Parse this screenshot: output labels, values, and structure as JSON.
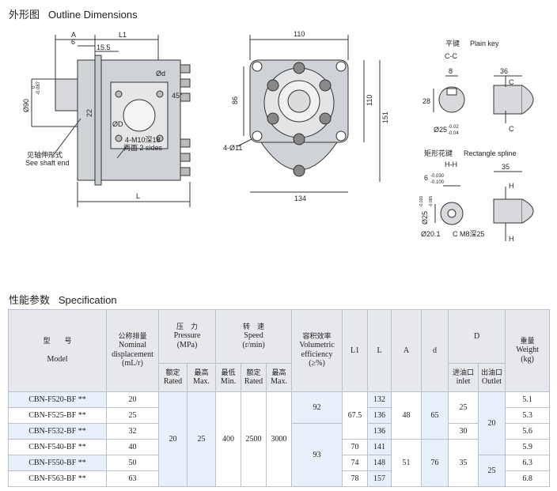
{
  "section_outline": {
    "cn": "外形图",
    "en": "Outline Dimensions"
  },
  "section_spec": {
    "cn": "性能参数",
    "en": "Specification"
  },
  "drawing": {
    "dim_A": "A",
    "dim_L1": "L1",
    "dim_6": "6",
    "dim_15_5": "15.5",
    "phi90": "Ø90",
    "phi90_tol_a": "0",
    "phi90_tol_b": "-0.087",
    "dim_22": "22",
    "phi_d": "Ød",
    "angle45": "45°",
    "phi_D": "ØD",
    "m10_note": "4-M10深18",
    "two_sides": "两面 2 sides",
    "shaft_note_cn": "见轴伸形式",
    "shaft_note_en": "See shaft end",
    "dim_L": "L",
    "front_110": "110",
    "front_86": "86",
    "front_110b": "110",
    "front_151": "151",
    "holes": "4-Ø11",
    "front_134": "134",
    "key_cn": "平键",
    "key_en": "Plain key",
    "key_cc": "C-C",
    "key_8": "8",
    "key_28": "28",
    "key_36": "36",
    "key_c1": "C",
    "key_c2": "C",
    "key_phi25": "Ø25",
    "key_tol_a": "-0.02",
    "key_tol_b": "-0.04",
    "spl_cn": "矩形花键",
    "spl_en": "Rectangle spline",
    "spl_hh": "H-H",
    "spl_6": "6",
    "spl_6_a": "-0.030",
    "spl_6_b": "-0.100",
    "spl_35": "35",
    "spl_phi25": "Ø25",
    "spl_phi25_a": "-0.026",
    "spl_phi25_b": "-0.065",
    "spl_phi20": "Ø20.1",
    "spl_m8": "C M8深25",
    "spl_h1": "H",
    "spl_h2": "H"
  },
  "spec_header": {
    "model_cn": "型　　号",
    "model_en": "Model",
    "disp_cn": "公称排量",
    "disp_en1": "Nominal",
    "disp_en2": "displacement",
    "disp_unit": "(mL/r)",
    "pres_cn": "压　力",
    "pres_en": "Pressure",
    "pres_unit": "(MPa)",
    "speed_cn": "转　速",
    "speed_en": "Speed",
    "speed_unit": "(r/min)",
    "eff_cn": "容积效率",
    "eff_en1": "Volumetric",
    "eff_en2": "efficiency",
    "eff_unit": "(≥%)",
    "L1": "L1",
    "L": "L",
    "A": "A",
    "d": "d",
    "D": "D",
    "weight_cn": "重量",
    "weight_en": "Weight",
    "weight_unit": "(kg)",
    "rated_cn": "额定",
    "rated_en": "Rated",
    "max_cn": "最高",
    "max_en": "Max.",
    "min_cn": "最低",
    "min_en": "Min.",
    "inlet_cn": "进油口",
    "inlet_en": "inlet",
    "outlet_cn": "出油口",
    "outlet_en": "Outlet"
  },
  "spec_rows": [
    {
      "model": "CBN-F520-BF **",
      "disp": "20",
      "L": "132",
      "weight": "5.1"
    },
    {
      "model": "CBN-F525-BF **",
      "disp": "25",
      "L": "136",
      "weight": "5.3"
    },
    {
      "model": "CBN-F532-BF **",
      "disp": "32",
      "L": "136",
      "weight": "5.6"
    },
    {
      "model": "CBN-F540-BF **",
      "disp": "40",
      "L": "141",
      "weight": "5.9"
    },
    {
      "model": "CBN-F550-BF **",
      "disp": "50",
      "L": "148",
      "weight": "6.3"
    },
    {
      "model": "CBN-F563-BF **",
      "disp": "63",
      "L": "157",
      "weight": "6.8"
    }
  ],
  "spec_merged": {
    "pres_rated": "20",
    "pres_max": "25",
    "speed_min": "400",
    "speed_rated": "2500",
    "speed_max": "3000",
    "eff_a": "92",
    "eff_b": "93",
    "L1_a": "67.5",
    "L1_b": "70",
    "L1_c": "74",
    "L1_d": "78",
    "A_a": "48",
    "A_b": "51",
    "d_a": "65",
    "d_b": "76",
    "inlet_a": "25",
    "inlet_b": "30",
    "inlet_c": "35",
    "outlet_a": "20",
    "outlet_b": "25"
  }
}
